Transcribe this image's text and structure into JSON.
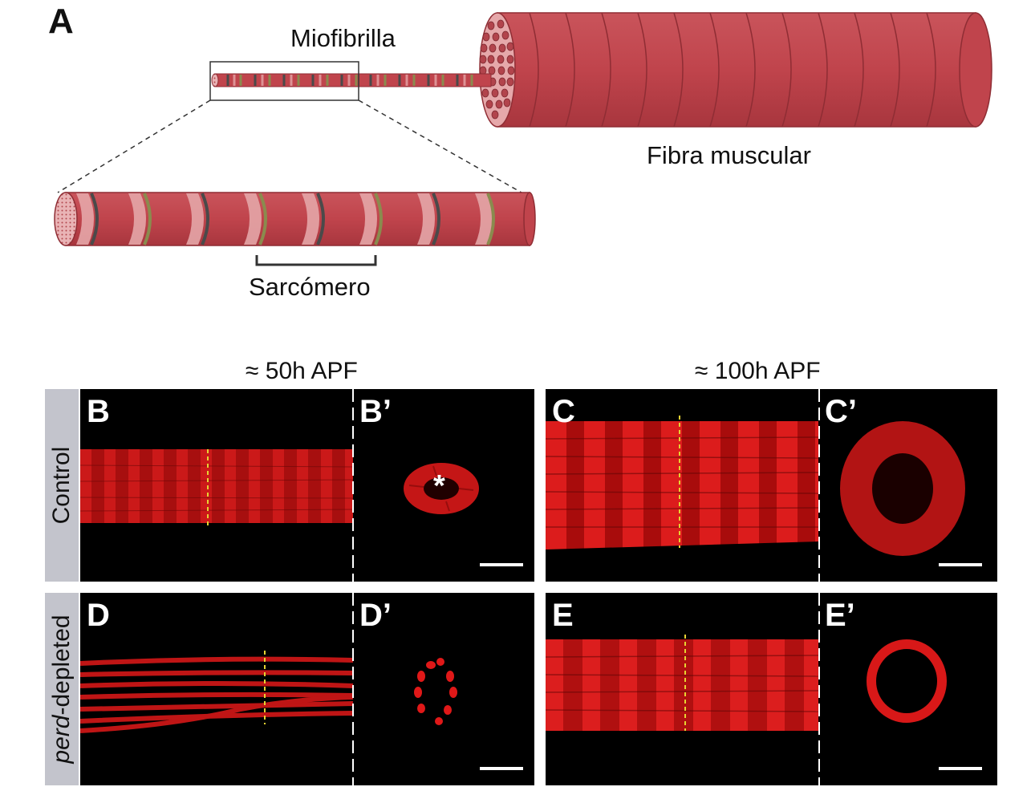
{
  "panel_a": {
    "letter": "A",
    "myofibril_label": "Miofibrilla",
    "fiber_label": "Fibra muscular",
    "sarcomere_label": "Sarcómero"
  },
  "time_labels": {
    "t50": "≈ 50h APF",
    "t100": "≈ 100h APF"
  },
  "row_labels": {
    "control": "Control",
    "perd_italic": "perd",
    "perd_rest": "-depleted"
  },
  "panels": {
    "B": "B",
    "B_prime": "B’",
    "C": "C",
    "C_prime": "C’",
    "D": "D",
    "D_prime": "D’",
    "E": "E",
    "E_prime": "E’"
  },
  "asterisk": "*",
  "colors": {
    "muscle_red": "#c0444c",
    "muscle_light": "#e5a6a8",
    "band_dark": "#4a4a4a",
    "band_olive": "#8a8b4e",
    "fluorescence": "#e01010",
    "marker_yellow": "#e6d232",
    "label_box": "#c3c4cc"
  }
}
